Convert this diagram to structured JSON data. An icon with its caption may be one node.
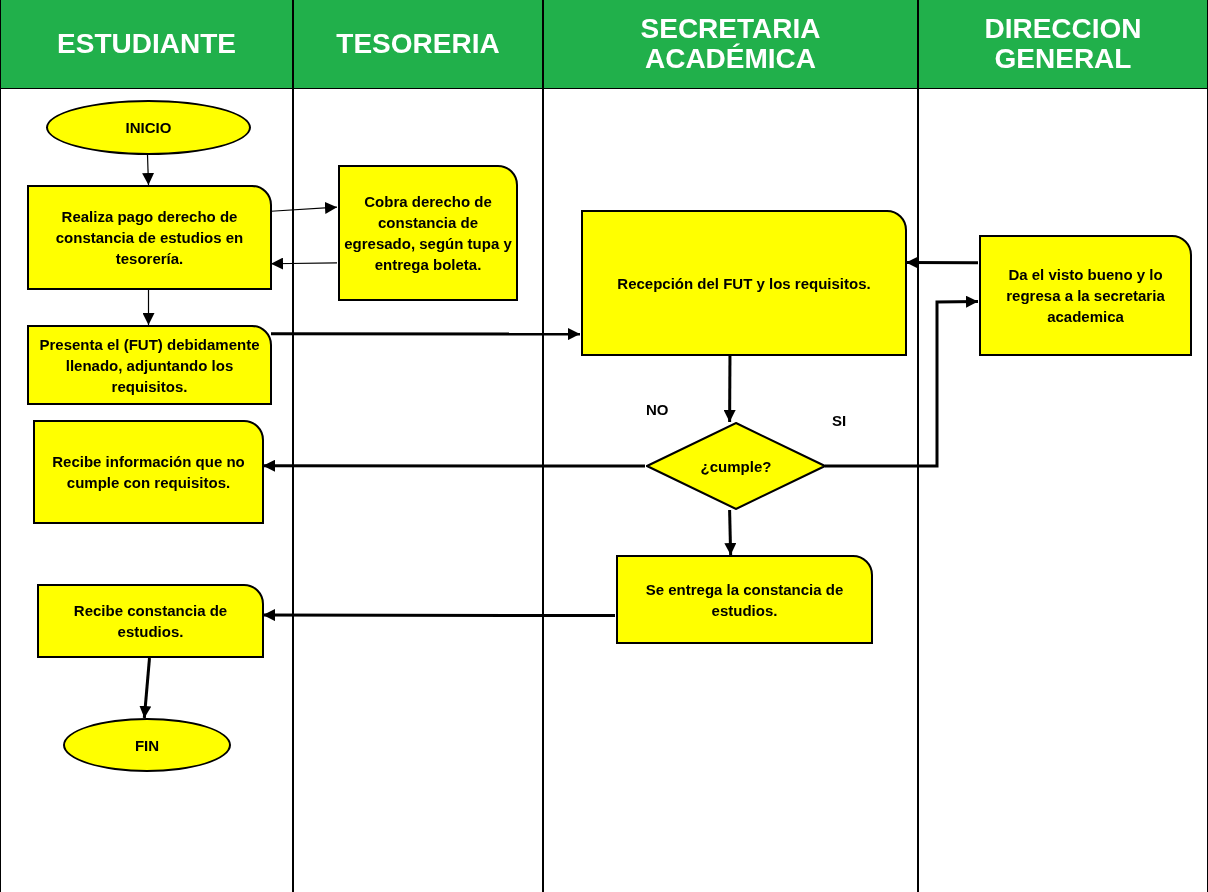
{
  "diagram": {
    "nodes": [
      {
        "text": [
          "ESTUDIANTE"
        ]
      },
      {
        "text": [
          "TESORERIA"
        ]
      },
      {
        "text": [
          "SECRETARIA ACADÉMICA"
        ]
      },
      {
        "text": [
          "DIRECCION GENERAL"
        ]
      },
      {
        "text": [
          "INICIO"
        ],
        "in": 0
      },
      {
        "text": [
          "Realiza pago derecho de constancia de estudios en tesorería."
        ],
        "in": 0
      },
      {
        "text": [
          "Cobra derecho de constancia de egresado, según tupa y entrega boleta."
        ],
        "in": 1
      },
      {
        "text": [
          "Recepción del FUT y los requisitos."
        ],
        "in": 2
      },
      {
        "text": [
          "Da el visto bueno y lo regresa a la secretaria academica"
        ],
        "in": 3
      },
      {
        "text": [
          "Presenta el (FUT) debidamente llenado, adjuntando los requisitos."
        ],
        "in": 0
      },
      {
        "text": [
          "¿cumple?"
        ],
        "in": 2
      },
      {
        "text": [
          "Recibe información que no cumple con requisitos."
        ],
        "in": 0
      },
      {
        "text": [
          "Se entrega la constancia de estudios."
        ],
        "in": 2
      },
      {
        "text": [
          "Recibe constancia de estudios."
        ],
        "in": 0
      },
      {
        "text": [
          "FIN"
        ],
        "in": 0
      }
    ],
    "edges": [
      {
        "from": 4,
        "to": 5,
        "arrow": "to"
      },
      {
        "from": 5,
        "to": 6,
        "arrow": "to"
      },
      {
        "from": 6,
        "to": 5,
        "arrow": "to"
      },
      {
        "from": 5,
        "to": 9,
        "arrow": "to"
      },
      {
        "from": 9,
        "to": 7,
        "arrow": "to"
      },
      {
        "from": 7,
        "to": 10,
        "arrow": "to"
      },
      {
        "from": 10,
        "to": 11,
        "arrow": "to",
        "label": "NO"
      },
      {
        "from": 10,
        "to": 8,
        "arrow": "to",
        "label": "SI"
      },
      {
        "from": 8,
        "to": 7,
        "arrow": "to"
      },
      {
        "from": 10,
        "to": 12,
        "arrow": "to"
      },
      {
        "from": 12,
        "to": 13,
        "arrow": "to"
      },
      {
        "from": 13,
        "to": 14,
        "arrow": "to"
      }
    ]
  }
}
